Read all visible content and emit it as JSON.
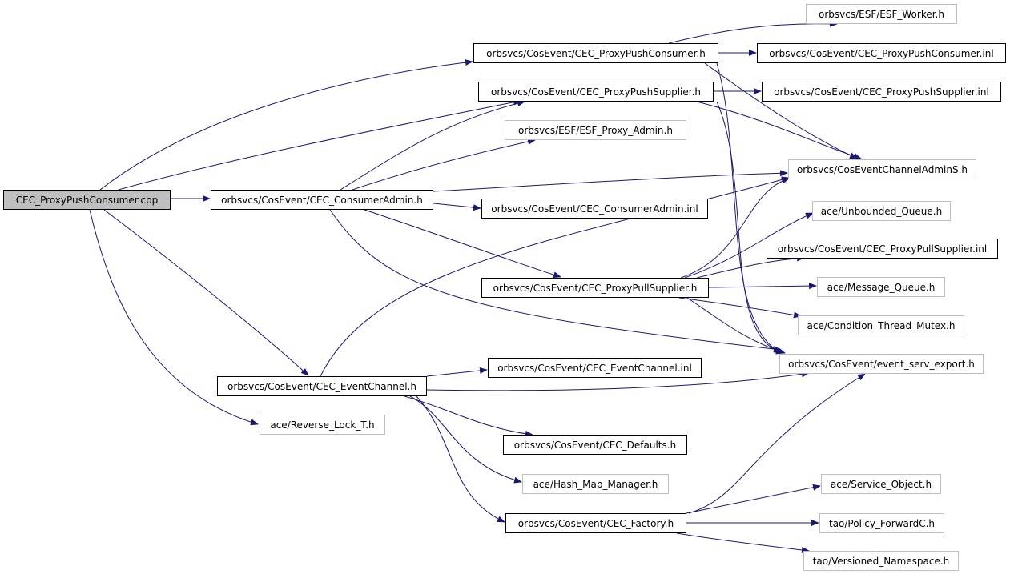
{
  "colors": {
    "edge": "#191970",
    "root_fill": "#bfbfbf",
    "documented_border": "#000000",
    "external_border": "#bfbfbf"
  },
  "nodes": {
    "root": "CEC_ProxyPushConsumer.cpp",
    "proxy_push_consumer_h": "orbsvcs/CosEvent/CEC_ProxyPushConsumer.h",
    "esf_worker_h": "orbsvcs/ESF/ESF_Worker.h",
    "proxy_push_consumer_inl": "orbsvcs/CosEvent/CEC_ProxyPushConsumer.inl",
    "proxy_push_supplier_h": "orbsvcs/CosEvent/CEC_ProxyPushSupplier.h",
    "proxy_push_supplier_inl": "orbsvcs/CosEvent/CEC_ProxyPushSupplier.inl",
    "esf_proxy_admin_h": "orbsvcs/ESF/ESF_Proxy_Admin.h",
    "channel_admin_s_h": "orbsvcs/CosEventChannelAdminS.h",
    "consumer_admin_h": "orbsvcs/CosEvent/CEC_ConsumerAdmin.h",
    "consumer_admin_inl": "orbsvcs/CosEvent/CEC_ConsumerAdmin.inl",
    "unbounded_queue_h": "ace/Unbounded_Queue.h",
    "proxy_pull_supplier_inl": "orbsvcs/CosEvent/CEC_ProxyPullSupplier.inl",
    "proxy_pull_supplier_h": "orbsvcs/CosEvent/CEC_ProxyPullSupplier.h",
    "message_queue_h": "ace/Message_Queue.h",
    "condition_thread_mutex_h": "ace/Condition_Thread_Mutex.h",
    "event_serv_export_h": "orbsvcs/CosEvent/event_serv_export.h",
    "event_channel_h": "orbsvcs/CosEvent/CEC_EventChannel.h",
    "event_channel_inl": "orbsvcs/CosEvent/CEC_EventChannel.inl",
    "reverse_lock_t_h": "ace/Reverse_Lock_T.h",
    "defaults_h": "orbsvcs/CosEvent/CEC_Defaults.h",
    "hash_map_manager_h": "ace/Hash_Map_Manager.h",
    "service_object_h": "ace/Service_Object.h",
    "factory_h": "orbsvcs/CosEvent/CEC_Factory.h",
    "policy_forwardc_h": "tao/Policy_ForwardC.h",
    "versioned_namespace_h": "tao/Versioned_Namespace.h"
  }
}
